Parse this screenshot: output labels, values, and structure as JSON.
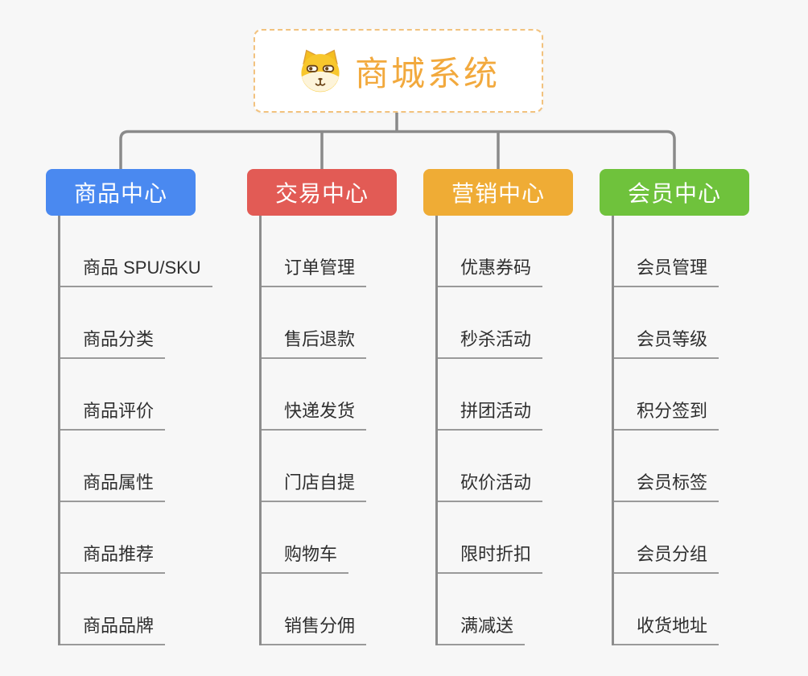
{
  "root": {
    "title": "商城系统",
    "icon": "dog-icon",
    "accent_color": "#f2a93d",
    "border_color": "#f2c27e"
  },
  "connector_color": "#8a8a8a",
  "branches": [
    {
      "label": "商品中心",
      "color": "#4a89f0",
      "items": [
        "商品 SPU/SKU",
        "商品分类",
        "商品评价",
        "商品属性",
        "商品推荐",
        "商品品牌"
      ]
    },
    {
      "label": "交易中心",
      "color": "#e25b55",
      "items": [
        "订单管理",
        "售后退款",
        "快递发货",
        "门店自提",
        "购物车",
        "销售分佣"
      ]
    },
    {
      "label": "营销中心",
      "color": "#efac35",
      "items": [
        "优惠券码",
        "秒杀活动",
        "拼团活动",
        "砍价活动",
        "限时折扣",
        "满减送"
      ]
    },
    {
      "label": "会员中心",
      "color": "#6fc23c",
      "items": [
        "会员管理",
        "会员等级",
        "积分签到",
        "会员标签",
        "会员分组",
        "收货地址"
      ]
    }
  ]
}
